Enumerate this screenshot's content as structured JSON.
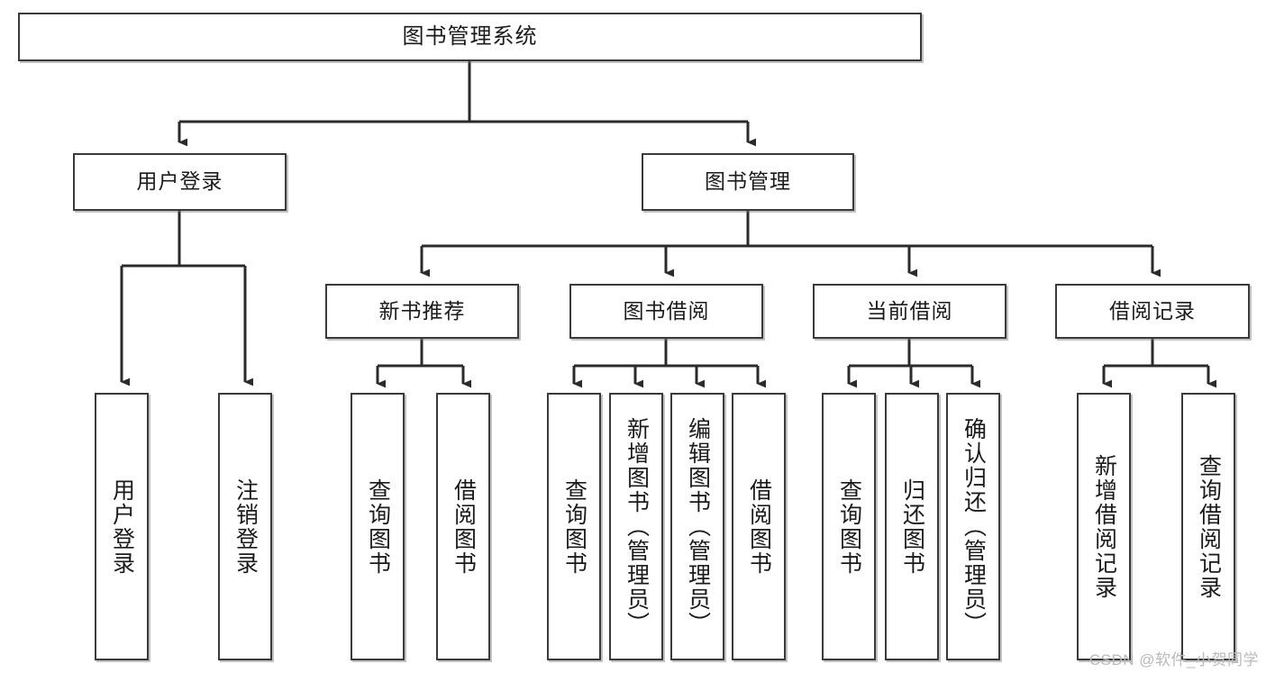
{
  "diagram": {
    "type": "tree",
    "title": "图书管理系统",
    "orientation": "top-down",
    "colors": {
      "box_border": "#3a3a3a",
      "box_fill": "#ffffff",
      "edge": "#2b2b2b",
      "text": "#1b1b1b",
      "watermark": "#b9b9b9"
    },
    "root": {
      "label": "图书管理系统"
    },
    "level2": [
      {
        "label": "用户登录"
      },
      {
        "label": "图书管理"
      }
    ],
    "level3": [
      {
        "label": "新书推荐"
      },
      {
        "label": "图书借阅"
      },
      {
        "label": "当前借阅"
      },
      {
        "label": "借阅记录"
      }
    ],
    "leaves": {
      "user_login": [
        {
          "label": "用户登录"
        },
        {
          "label": "注销登录"
        }
      ],
      "new_book_recommend": [
        {
          "label": "查询图书"
        },
        {
          "label": "借阅图书"
        }
      ],
      "book_borrow": [
        {
          "label": "查询图书"
        },
        {
          "label": "新增图书（管理员）"
        },
        {
          "label": "编辑图书（管理员）"
        },
        {
          "label": "借阅图书"
        }
      ],
      "current_borrow": [
        {
          "label": "查询图书"
        },
        {
          "label": "归还图书"
        },
        {
          "label": "确认归还（管理员）"
        }
      ],
      "borrow_record": [
        {
          "label": "新增借阅记录"
        },
        {
          "label": "查询借阅记录"
        }
      ]
    }
  },
  "watermark": {
    "text": "CSDN @软件_小贺同学"
  }
}
